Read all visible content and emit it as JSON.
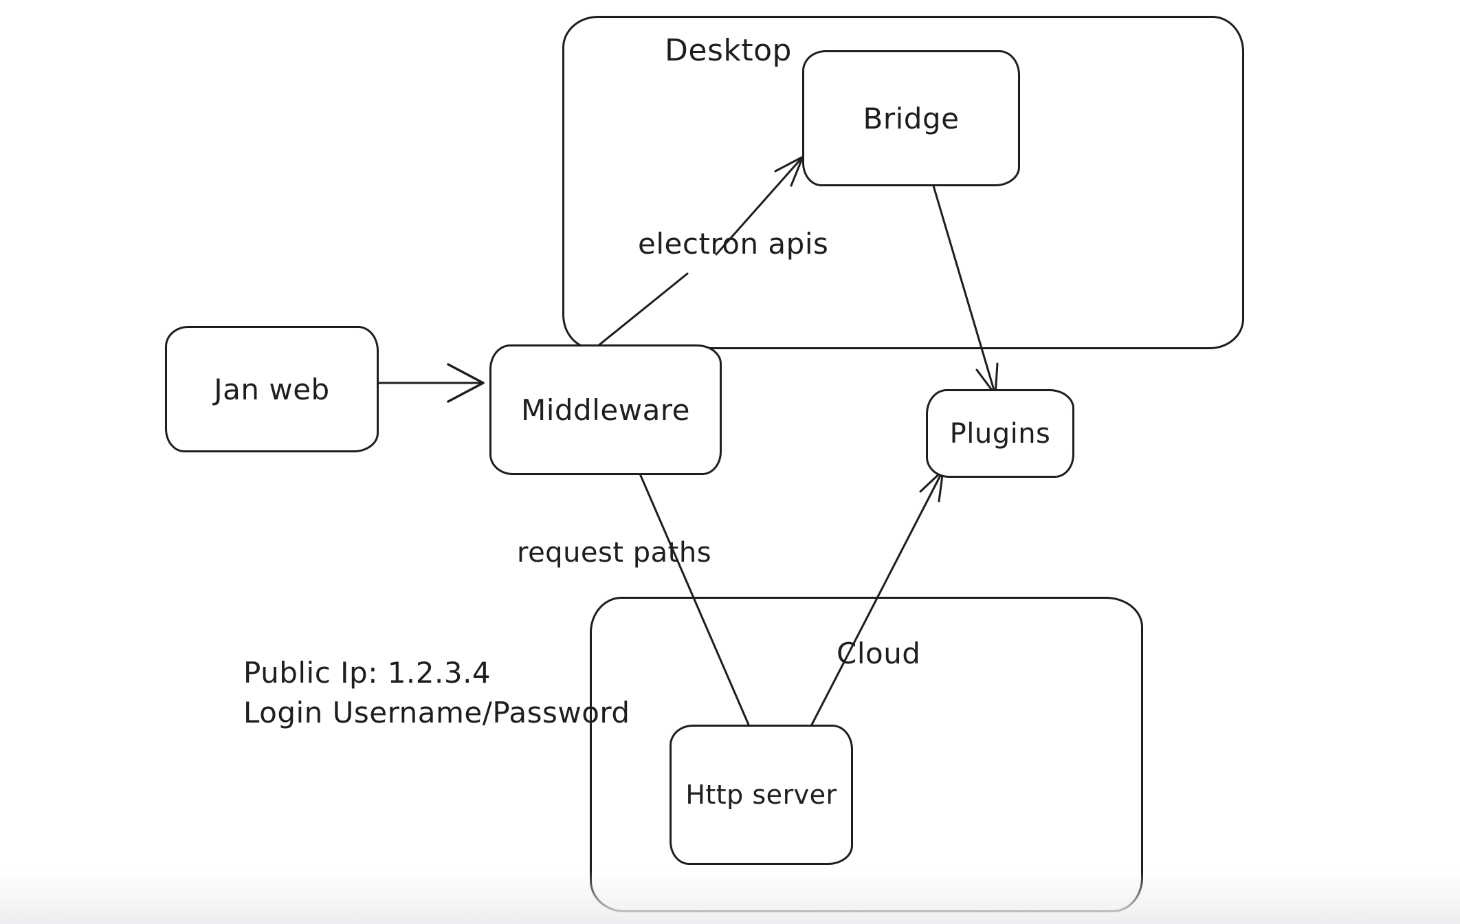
{
  "diagram": {
    "background_color": "#ffffff",
    "stroke_color": "#1e1e1e",
    "containers": {
      "desktop": {
        "label": "Desktop"
      },
      "cloud": {
        "label": "Cloud"
      }
    },
    "nodes": {
      "jan_web": {
        "label": "Jan web"
      },
      "middleware": {
        "label": "Middleware"
      },
      "bridge": {
        "label": "Bridge"
      },
      "plugins": {
        "label": "Plugins"
      },
      "http_server": {
        "label": "Http server"
      }
    },
    "edge_labels": {
      "electron_apis": {
        "label": "electron apis"
      },
      "request_paths": {
        "label": "request paths"
      }
    },
    "notes": {
      "public_ip": "Public Ip: 1.2.3.4",
      "login": "Login Username/Password"
    },
    "edges": [
      {
        "from": "Jan web",
        "to": "Middleware",
        "arrowhead": true,
        "label": ""
      },
      {
        "from": "Middleware",
        "to": "Bridge",
        "arrowhead": true,
        "label": "electron apis"
      },
      {
        "from": "Bridge",
        "to": "Plugins",
        "arrowhead": true,
        "label": ""
      },
      {
        "from": "Middleware",
        "to": "Http server",
        "arrowhead": false,
        "label": "request paths"
      },
      {
        "from": "Http server",
        "to": "Plugins",
        "arrowhead": true,
        "label": ""
      }
    ]
  }
}
